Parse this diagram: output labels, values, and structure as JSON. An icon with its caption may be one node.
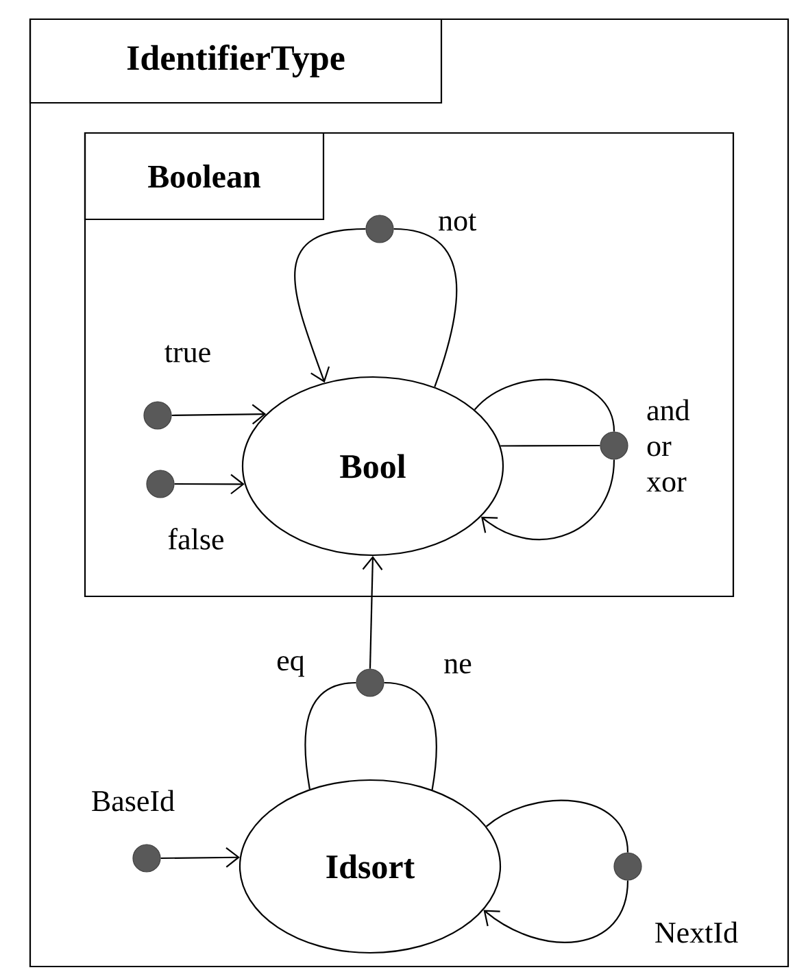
{
  "diagram": {
    "nodes": [
      {
        "text": [
          "IdentifierType"
        ]
      },
      {
        "text": [
          "Boolean"
        ],
        "in": 0
      },
      {
        "text": [
          "Bool"
        ],
        "in": 1
      },
      {
        "text": [],
        "shape": "circle",
        "beside": [
          "not"
        ],
        "in": 1
      },
      {
        "text": [],
        "shape": "circle",
        "beside": [
          "true"
        ],
        "in": 1
      },
      {
        "text": [],
        "shape": "circle",
        "beside": [
          "false"
        ],
        "in": 1
      },
      {
        "text": [],
        "shape": "circle",
        "beside": [
          "and or xor"
        ],
        "in": 1
      },
      {
        "text": [],
        "shape": "circle",
        "beside": [
          "eq",
          "ne"
        ],
        "in": 0
      },
      {
        "text": [],
        "shape": "circle",
        "beside": [
          "BaseId"
        ],
        "in": 0
      },
      {
        "text": [
          "Idsort"
        ],
        "in": 0
      },
      {
        "text": [],
        "shape": "circle",
        "beside": [
          "NextId"
        ],
        "in": 0
      }
    ],
    "edges": [
      {
        "from": 2,
        "to": 3,
        "arrow": "none"
      },
      {
        "from": 3,
        "to": 2,
        "arrow": "to"
      },
      {
        "from": 4,
        "to": 2,
        "arrow": "to"
      },
      {
        "from": 5,
        "to": 2,
        "arrow": "to"
      },
      {
        "from": 2,
        "to": 6,
        "arrow": "none"
      },
      {
        "from": 2,
        "to": 6,
        "arrow": "none"
      },
      {
        "from": 6,
        "to": 2,
        "arrow": "to"
      },
      {
        "from": 9,
        "to": 7,
        "arrow": "none"
      },
      {
        "from": 9,
        "to": 7,
        "arrow": "none"
      },
      {
        "from": 7,
        "to": 2,
        "arrow": "to"
      },
      {
        "from": 8,
        "to": 9,
        "arrow": "to"
      },
      {
        "from": 9,
        "to": 10,
        "arrow": "none"
      },
      {
        "from": 10,
        "to": 9,
        "arrow": "to"
      }
    ]
  }
}
